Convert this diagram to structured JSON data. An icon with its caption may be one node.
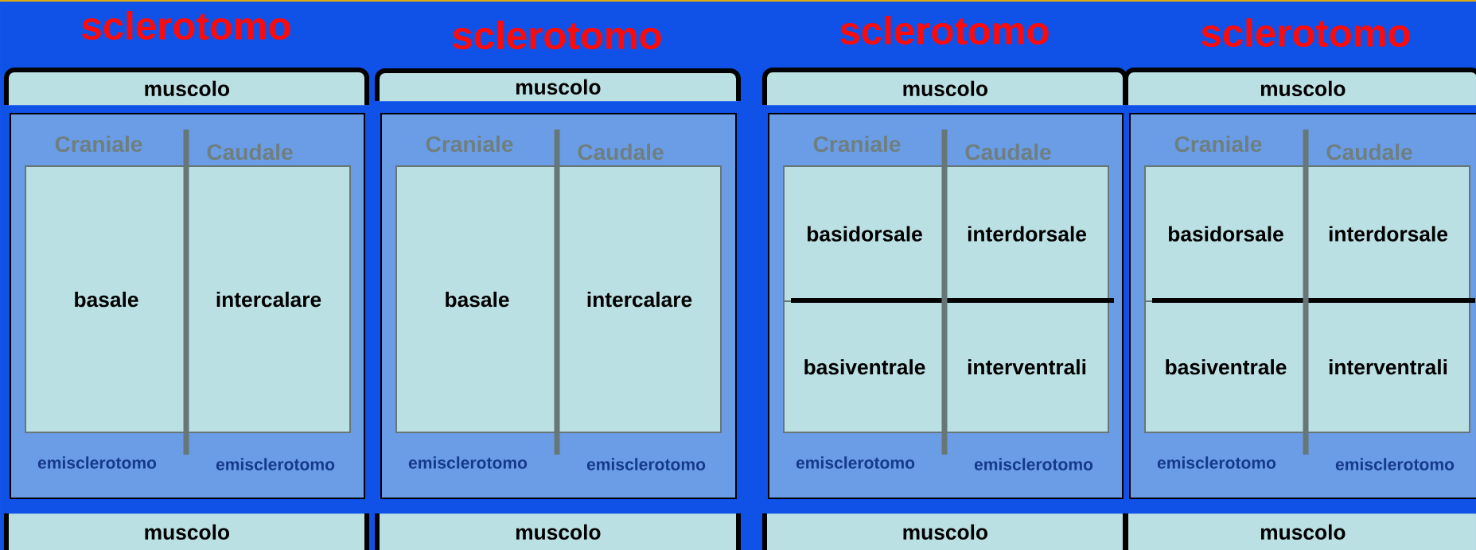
{
  "diagram": {
    "nodes": [
      {
        "text": [
          "muscolo"
        ]
      },
      {
        "text": [
          "Craniale",
          "Caudale",
          "emisclerotomo",
          "emisclerotomo"
        ]
      },
      {
        "text": [
          "basale"
        ],
        "in": 1
      },
      {
        "text": [
          "intercalare"
        ],
        "in": 1
      },
      {
        "text": [
          "muscolo"
        ]
      },
      {
        "text": [
          "muscolo"
        ]
      },
      {
        "text": [
          "Craniale",
          "Caudale",
          "emisclerotomo",
          "emisclerotomo"
        ]
      },
      {
        "text": [
          "basale"
        ],
        "in": 6
      },
      {
        "text": [
          "intercalare"
        ],
        "in": 6
      },
      {
        "text": [
          "muscolo"
        ]
      },
      {
        "text": [
          "muscolo"
        ]
      },
      {
        "text": [
          "Craniale",
          "Caudale",
          "emisclerotomo",
          "emisclerotomo"
        ]
      },
      {
        "text": [
          "basidorsale"
        ],
        "in": 11
      },
      {
        "text": [
          "interdorsale"
        ],
        "in": 11
      },
      {
        "text": [
          "basiventrale"
        ],
        "in": 11
      },
      {
        "text": [
          "interventrali"
        ],
        "in": 11
      },
      {
        "text": [
          "muscolo"
        ]
      },
      {
        "text": [
          "muscolo"
        ]
      },
      {
        "text": [
          "Craniale",
          "Caudale",
          "emisclerotomo",
          "emisclerotomo"
        ]
      },
      {
        "text": [
          "basidorsale"
        ],
        "in": 18
      },
      {
        "text": [
          "interdorsale"
        ],
        "in": 18
      },
      {
        "text": [
          "basiventrale"
        ],
        "in": 18
      },
      {
        "text": [
          "interventrali"
        ],
        "in": 18
      },
      {
        "text": [
          "muscolo"
        ]
      }
    ],
    "labels": [
      "sclerotomo",
      "sclerotomo",
      "sclerotomo",
      "sclerotomo"
    ]
  }
}
